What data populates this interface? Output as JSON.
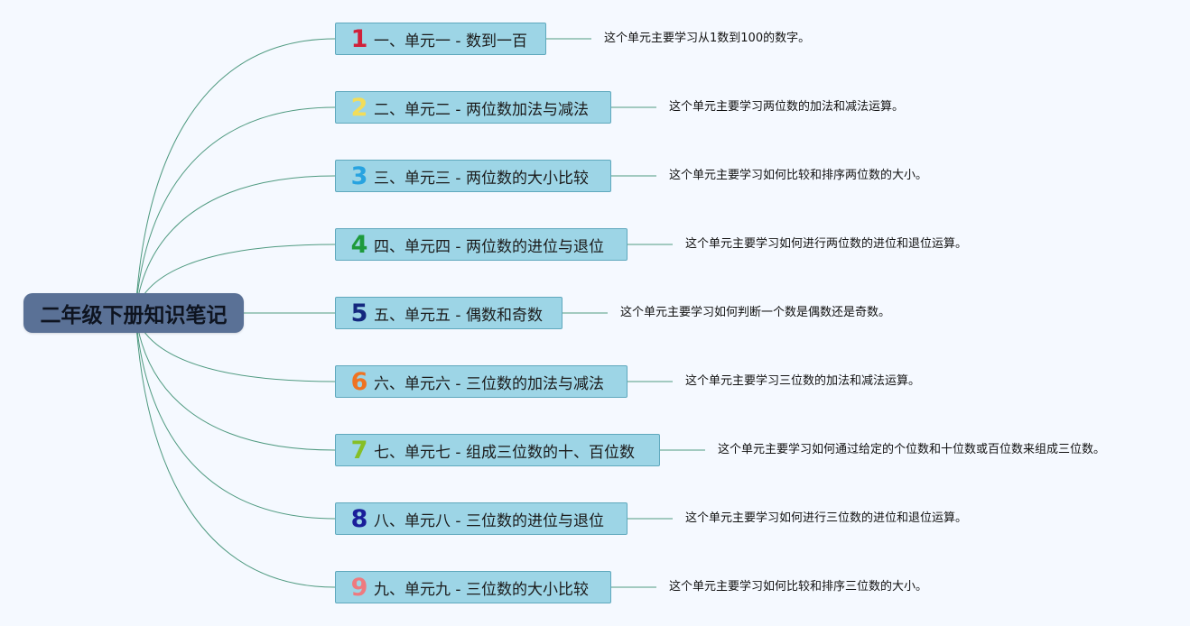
{
  "root": {
    "label": "二年级下册知识笔记"
  },
  "colors": {
    "root_bg": "#5a7196",
    "node_bg": "#9dd5e6",
    "node_border": "#5fa8bd",
    "connector": "#4f9a80"
  },
  "units": [
    {
      "icon_text": "1",
      "icon_name": "number-1-icon",
      "icon_color": "#d0203a",
      "label": "一、单元一 - 数到一百",
      "description": "这个单元主要学习从1数到100的数字。"
    },
    {
      "icon_text": "2",
      "icon_name": "number-2-icon",
      "icon_color": "#f2dd5a",
      "label": "二、单元二 - 两位数加法与减法",
      "description": "这个单元主要学习两位数的加法和减法运算。"
    },
    {
      "icon_text": "3",
      "icon_name": "number-3-icon",
      "icon_color": "#27a3e0",
      "label": "三、单元三 - 两位数的大小比较",
      "description": "这个单元主要学习如何比较和排序两位数的大小。"
    },
    {
      "icon_text": "4",
      "icon_name": "number-4-icon",
      "icon_color": "#1e9a3c",
      "label": "四、单元四 - 两位数的进位与退位",
      "description": "这个单元主要学习如何进行两位数的进位和退位运算。"
    },
    {
      "icon_text": "5",
      "icon_name": "number-5-icon",
      "icon_color": "#14287e",
      "label": "五、单元五 - 偶数和奇数",
      "description": "这个单元主要学习如何判断一个数是偶数还是奇数。"
    },
    {
      "icon_text": "6",
      "icon_name": "number-6-icon",
      "icon_color": "#ef7322",
      "label": "六、单元六 - 三位数的加法与减法",
      "description": "这个单元主要学习三位数的加法和减法运算。"
    },
    {
      "icon_text": "7",
      "icon_name": "number-7-icon",
      "icon_color": "#86bf26",
      "label": "七、单元七 - 组成三位数的十、百位数",
      "description": "这个单元主要学习如何通过给定的个位数和十位数或百位数来组成三位数。"
    },
    {
      "icon_text": "8",
      "icon_name": "number-8-icon",
      "icon_color": "#1a1e9a",
      "label": "八、单元八 - 三位数的进位与退位",
      "description": "这个单元主要学习如何进行三位数的进位和退位运算。"
    },
    {
      "icon_text": "9",
      "icon_name": "number-9-icon",
      "icon_color": "#ee7a7f",
      "label": "九、单元九 - 三位数的大小比较",
      "description": "这个单元主要学习如何比较和排序三位数的大小。"
    }
  ]
}
